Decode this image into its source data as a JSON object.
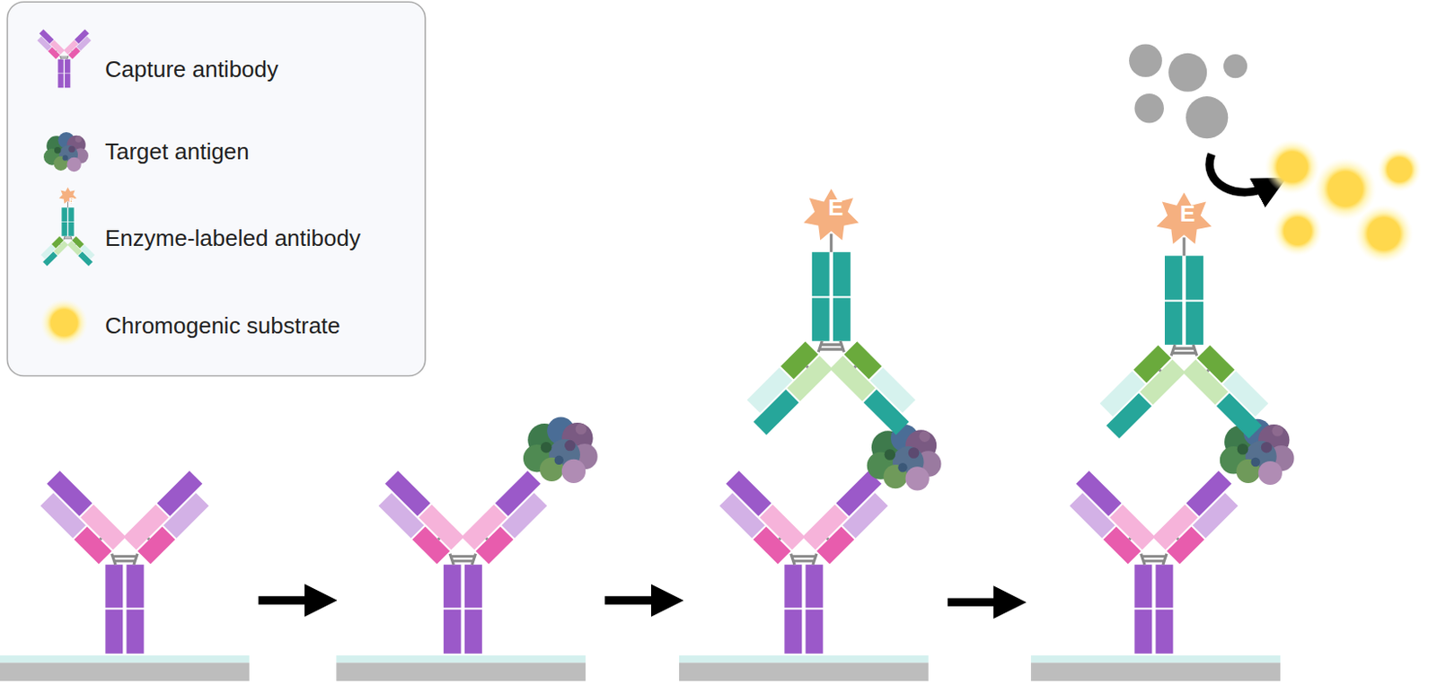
{
  "diagram": {
    "labels": [
      "E",
      "E",
      "E"
    ],
    "legend": [
      {
        "text": "Capture antibody"
      },
      {
        "text": "Target antigen"
      },
      {
        "text": "Enzyme-labeled antibody"
      },
      {
        "text": "Chromogenic substrate"
      }
    ]
  }
}
